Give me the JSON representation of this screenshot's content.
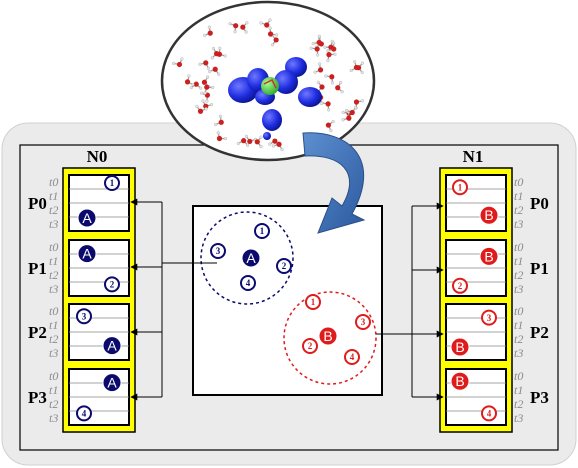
{
  "nodes": [
    {
      "name": "N0",
      "color": "#0b0b6e",
      "procs": [
        {
          "label": "P0",
          "marks": [
            {
              "t": 0,
              "text": "1",
              "type": "small"
            },
            {
              "t": 2.5,
              "text": "A",
              "type": "big"
            }
          ]
        },
        {
          "label": "P1",
          "marks": [
            {
              "t": 0.4,
              "text": "A",
              "type": "big"
            },
            {
              "t": 2.6,
              "text": "2",
              "type": "small"
            }
          ]
        },
        {
          "label": "P2",
          "marks": [
            {
              "t": 0.3,
              "text": "3",
              "type": "small"
            },
            {
              "t": 2.4,
              "text": "A",
              "type": "big"
            }
          ]
        },
        {
          "label": "P3",
          "marks": [
            {
              "t": 0.4,
              "text": "A",
              "type": "big"
            },
            {
              "t": 2.6,
              "text": "4",
              "type": "small"
            }
          ]
        }
      ]
    },
    {
      "name": "N1",
      "color": "#e01b1b",
      "procs": [
        {
          "label": "P0",
          "marks": [
            {
              "t": 0.3,
              "text": "1",
              "type": "small"
            },
            {
              "t": 2.3,
              "text": "B",
              "type": "big"
            }
          ]
        },
        {
          "label": "P1",
          "marks": [
            {
              "t": 0.6,
              "text": "B",
              "type": "big"
            },
            {
              "t": 2.7,
              "text": "2",
              "type": "small"
            }
          ]
        },
        {
          "label": "P2",
          "marks": [
            {
              "t": 0.4,
              "text": "3",
              "type": "small"
            },
            {
              "t": 2.5,
              "text": "B",
              "type": "big"
            }
          ]
        },
        {
          "label": "P3",
          "marks": [
            {
              "t": 0.3,
              "text": "B",
              "type": "big"
            },
            {
              "t": 2.6,
              "text": "4",
              "type": "small"
            }
          ]
        }
      ]
    }
  ],
  "time_labels": [
    "t0",
    "t1",
    "t2",
    "t3"
  ],
  "clusters": [
    {
      "color": "#0b0b6e",
      "center_text": "A",
      "members": [
        "3",
        "1",
        "2",
        "4"
      ]
    },
    {
      "color": "#e01b1b",
      "center_text": "B",
      "members": [
        "1",
        "2",
        "3",
        "4"
      ]
    }
  ],
  "colors": {
    "panel": "#ebebeb",
    "box_border": "#e6e600",
    "box_fill": "#ffff00",
    "arrow": "#3f6fb0",
    "atom_blue": "#1f2de0",
    "atom_green": "#2fd12f"
  }
}
